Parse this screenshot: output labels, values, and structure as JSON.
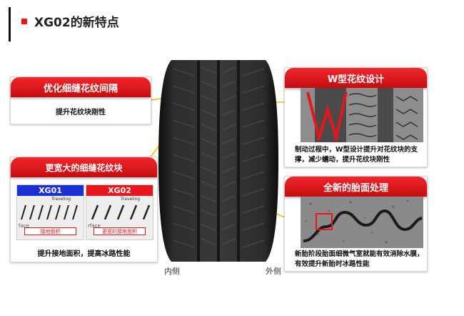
{
  "header": {
    "title": "XG02的新特点"
  },
  "tire_labels": {
    "inner": "内侧",
    "outer": "外侧"
  },
  "callouts": {
    "sipe_spacing": {
      "title": "优化细缝花纹间隔",
      "text": "提升花纹块刚性"
    },
    "wider_block": {
      "title": "更宽大的细缝花纹块",
      "text": "提升接地面积，提高冰路性能",
      "compare": {
        "left": {
          "label": "XG01",
          "traveling": "Traveling",
          "face": "face",
          "area": "接地面积",
          "color": "#1a2fd6"
        },
        "right": {
          "label": "XG02",
          "traveling": "Traveling",
          "face": "rface",
          "area": "更宽的接地面积",
          "color": "#e8161b"
        }
      }
    },
    "w_pattern": {
      "title": "W型花纹设计",
      "text": "制动过程中，W型设计提升对花纹块的支撑，减少蠕动，提升花纹块刚性"
    },
    "new_surface": {
      "title": "全新的胎面处理",
      "text": "新胎阶段胎面细微气室就能有效消除水膜，有效提升新胎时冰路性能"
    }
  },
  "colors": {
    "accent": "#e8161b",
    "leader": "#f5b800"
  }
}
